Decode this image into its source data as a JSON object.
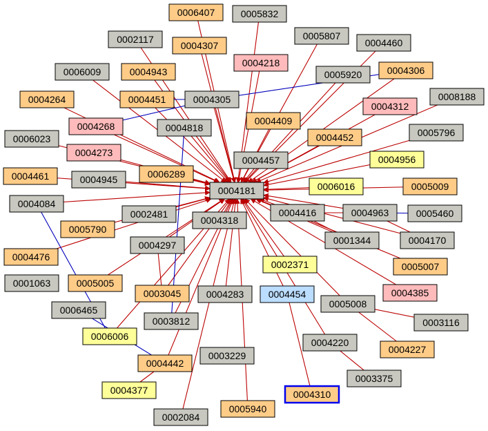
{
  "colors": {
    "gray": "#c8c8c0",
    "orange": "#ffcc88",
    "pink": "#ffbbbb",
    "yellow": "#ffff99",
    "blue": "#bbddff",
    "edge_red": "#bb0000",
    "edge_blue": "#0000bb",
    "selected_border": "#0000ee"
  },
  "center": "0004181",
  "nodes": [
    {
      "id": "n0004181",
      "label": "0004181",
      "fill": "gray",
      "center": true
    },
    {
      "id": "n0006407",
      "label": "0006407",
      "fill": "orange"
    },
    {
      "id": "n0005832",
      "label": "0005832",
      "fill": "gray"
    },
    {
      "id": "n0002117",
      "label": "0002117",
      "fill": "gray"
    },
    {
      "id": "n0004307",
      "label": "0004307",
      "fill": "orange"
    },
    {
      "id": "n0005807",
      "label": "0005807",
      "fill": "gray"
    },
    {
      "id": "n0004460",
      "label": "0004460",
      "fill": "gray"
    },
    {
      "id": "n0006009",
      "label": "0006009",
      "fill": "gray"
    },
    {
      "id": "n0004943",
      "label": "0004943",
      "fill": "orange"
    },
    {
      "id": "n0004218",
      "label": "0004218",
      "fill": "pink"
    },
    {
      "id": "n0005920",
      "label": "0005920",
      "fill": "gray"
    },
    {
      "id": "n0004306",
      "label": "0004306",
      "fill": "orange"
    },
    {
      "id": "n0004264",
      "label": "0004264",
      "fill": "orange"
    },
    {
      "id": "n0004451",
      "label": "0004451",
      "fill": "orange"
    },
    {
      "id": "n0004305",
      "label": "0004305",
      "fill": "gray"
    },
    {
      "id": "n0004312",
      "label": "0004312",
      "fill": "pink"
    },
    {
      "id": "n0008188",
      "label": "0008188",
      "fill": "gray"
    },
    {
      "id": "n0004268",
      "label": "0004268",
      "fill": "pink"
    },
    {
      "id": "n0004818",
      "label": "0004818",
      "fill": "gray"
    },
    {
      "id": "n0004409",
      "label": "0004409",
      "fill": "orange"
    },
    {
      "id": "n0006023",
      "label": "0006023",
      "fill": "gray"
    },
    {
      "id": "n0004452",
      "label": "0004452",
      "fill": "orange"
    },
    {
      "id": "n0005796",
      "label": "0005796",
      "fill": "gray"
    },
    {
      "id": "n0004273",
      "label": "0004273",
      "fill": "pink"
    },
    {
      "id": "n0004457",
      "label": "0004457",
      "fill": "gray"
    },
    {
      "id": "n0004956",
      "label": "0004956",
      "fill": "yellow"
    },
    {
      "id": "n0004461",
      "label": "0004461",
      "fill": "orange"
    },
    {
      "id": "n0004945",
      "label": "0004945",
      "fill": "gray"
    },
    {
      "id": "n0006289",
      "label": "0006289",
      "fill": "orange"
    },
    {
      "id": "n0006016",
      "label": "0006016",
      "fill": "yellow"
    },
    {
      "id": "n0005009",
      "label": "0005009",
      "fill": "orange"
    },
    {
      "id": "n0004084",
      "label": "0004084",
      "fill": "gray"
    },
    {
      "id": "n0002481",
      "label": "0002481",
      "fill": "gray"
    },
    {
      "id": "n0004416",
      "label": "0004416",
      "fill": "gray"
    },
    {
      "id": "n0004963",
      "label": "0004963",
      "fill": "gray"
    },
    {
      "id": "n0005460",
      "label": "0005460",
      "fill": "gray"
    },
    {
      "id": "n0005790",
      "label": "0005790",
      "fill": "orange"
    },
    {
      "id": "n0004318",
      "label": "0004318",
      "fill": "gray"
    },
    {
      "id": "n0001344",
      "label": "0001344",
      "fill": "gray"
    },
    {
      "id": "n0004170",
      "label": "0004170",
      "fill": "gray"
    },
    {
      "id": "n0004297",
      "label": "0004297",
      "fill": "gray"
    },
    {
      "id": "n0004476",
      "label": "0004476",
      "fill": "orange"
    },
    {
      "id": "n0002371",
      "label": "0002371",
      "fill": "yellow"
    },
    {
      "id": "n0005007",
      "label": "0005007",
      "fill": "orange"
    },
    {
      "id": "n0001063",
      "label": "0001063",
      "fill": "gray"
    },
    {
      "id": "n0005005",
      "label": "0005005",
      "fill": "orange"
    },
    {
      "id": "n0003045",
      "label": "0003045",
      "fill": "orange"
    },
    {
      "id": "n0004283",
      "label": "0004283",
      "fill": "gray"
    },
    {
      "id": "n0004454",
      "label": "0004454",
      "fill": "blue"
    },
    {
      "id": "n0004385",
      "label": "0004385",
      "fill": "pink"
    },
    {
      "id": "n0006465",
      "label": "0006465",
      "fill": "gray"
    },
    {
      "id": "n0005008",
      "label": "0005008",
      "fill": "gray"
    },
    {
      "id": "n0003812",
      "label": "0003812",
      "fill": "gray"
    },
    {
      "id": "n0003116",
      "label": "0003116",
      "fill": "gray"
    },
    {
      "id": "n0006006",
      "label": "0006006",
      "fill": "yellow"
    },
    {
      "id": "n0004220",
      "label": "0004220",
      "fill": "gray"
    },
    {
      "id": "n0004227",
      "label": "0004227",
      "fill": "orange"
    },
    {
      "id": "n0003229",
      "label": "0003229",
      "fill": "gray"
    },
    {
      "id": "n0004442",
      "label": "0004442",
      "fill": "orange"
    },
    {
      "id": "n0003375",
      "label": "0003375",
      "fill": "gray"
    },
    {
      "id": "n0004377",
      "label": "0004377",
      "fill": "yellow"
    },
    {
      "id": "n0004310",
      "label": "0004310",
      "fill": "orange",
      "selected": true
    },
    {
      "id": "n0005940",
      "label": "0005940",
      "fill": "orange"
    },
    {
      "id": "n0002084",
      "label": "0002084",
      "fill": "gray"
    }
  ],
  "edges": [
    {
      "from": "0006407",
      "to": "0004181",
      "color": "red"
    },
    {
      "from": "0005832",
      "to": "0004181",
      "color": "red"
    },
    {
      "from": "0002117",
      "to": "0004181",
      "color": "red"
    },
    {
      "from": "0004307",
      "to": "0004181",
      "color": "red"
    },
    {
      "from": "0005807",
      "to": "0004181",
      "color": "red"
    },
    {
      "from": "0004460",
      "to": "0004181",
      "color": "red"
    },
    {
      "from": "0006009",
      "to": "0004181",
      "color": "red"
    },
    {
      "from": "0004943",
      "to": "0004181",
      "color": "red"
    },
    {
      "from": "0004218",
      "to": "0004181",
      "color": "red"
    },
    {
      "from": "0005920",
      "to": "0004181",
      "color": "red"
    },
    {
      "from": "0004306",
      "to": "0004181",
      "color": "red"
    },
    {
      "from": "0004264",
      "to": "0004181",
      "color": "red"
    },
    {
      "from": "0004451",
      "to": "0004181",
      "color": "red"
    },
    {
      "from": "0004305",
      "to": "0004181",
      "color": "red"
    },
    {
      "from": "0004312",
      "to": "0004181",
      "color": "red"
    },
    {
      "from": "0008188",
      "to": "0004181",
      "color": "red"
    },
    {
      "from": "0004268",
      "to": "0004181",
      "color": "red"
    },
    {
      "from": "0004818",
      "to": "0004181",
      "color": "red"
    },
    {
      "from": "0004409",
      "to": "0004181",
      "color": "red"
    },
    {
      "from": "0006023",
      "to": "0004181",
      "color": "red"
    },
    {
      "from": "0004452",
      "to": "0004181",
      "color": "red"
    },
    {
      "from": "0005796",
      "to": "0004181",
      "color": "red"
    },
    {
      "from": "0004273",
      "to": "0004181",
      "color": "red"
    },
    {
      "from": "0004457",
      "to": "0004181",
      "color": "red"
    },
    {
      "from": "0004956",
      "to": "0004181",
      "color": "red"
    },
    {
      "from": "0004461",
      "to": "0004181",
      "color": "red"
    },
    {
      "from": "0004945",
      "to": "0004181",
      "color": "red"
    },
    {
      "from": "0006289",
      "to": "0004181",
      "color": "red"
    },
    {
      "from": "0006016",
      "to": "0004181",
      "color": "red"
    },
    {
      "from": "0005009",
      "to": "0004181",
      "color": "red"
    },
    {
      "from": "0004084",
      "to": "0004181",
      "color": "red"
    },
    {
      "from": "0002481",
      "to": "0004181",
      "color": "red"
    },
    {
      "from": "0004416",
      "to": "0004181",
      "color": "red"
    },
    {
      "from": "0004963",
      "to": "0004181",
      "color": "red"
    },
    {
      "from": "0005790",
      "to": "0004181",
      "color": "red"
    },
    {
      "from": "0004318",
      "to": "0004181",
      "color": "red"
    },
    {
      "from": "0001344",
      "to": "0004181",
      "color": "red"
    },
    {
      "from": "0004170",
      "to": "0004181",
      "color": "red"
    },
    {
      "from": "0004297",
      "to": "0004181",
      "color": "red"
    },
    {
      "from": "0004476",
      "to": "0004181",
      "color": "red"
    },
    {
      "from": "0002371",
      "to": "0004181",
      "color": "red"
    },
    {
      "from": "0005007",
      "to": "0004181",
      "color": "red"
    },
    {
      "from": "0005005",
      "to": "0004181",
      "color": "red"
    },
    {
      "from": "0003045",
      "to": "0004181",
      "color": "red"
    },
    {
      "from": "0004283",
      "to": "0004181",
      "color": "red"
    },
    {
      "from": "0004454",
      "to": "0004181",
      "color": "red"
    },
    {
      "from": "0004385",
      "to": "0004181",
      "color": "red"
    },
    {
      "from": "0005008",
      "to": "0004181",
      "color": "red"
    },
    {
      "from": "0003812",
      "to": "0004181",
      "color": "red"
    },
    {
      "from": "0006006",
      "to": "0004181",
      "color": "red"
    },
    {
      "from": "0004220",
      "to": "0004181",
      "color": "red"
    },
    {
      "from": "0004442",
      "to": "0004181",
      "color": "red"
    },
    {
      "from": "0005940",
      "to": "0004181",
      "color": "red"
    },
    {
      "from": "0002084",
      "to": "0004181",
      "color": "red"
    },
    {
      "from": "0004268",
      "to": "0004305",
      "color": "blue"
    },
    {
      "from": "0004305",
      "to": "0004306",
      "color": "blue"
    },
    {
      "from": "0004963",
      "to": "0005460",
      "color": "blue"
    },
    {
      "from": "0004084",
      "to": "0006006",
      "color": "blue"
    },
    {
      "from": "0006465",
      "to": "0004442",
      "color": "blue"
    },
    {
      "from": "0004818",
      "to": "0003812",
      "color": "blue"
    },
    {
      "from": "0004451",
      "to": "0004305",
      "color": "blue"
    },
    {
      "from": "0004416",
      "to": "0004963",
      "color": "red"
    },
    {
      "from": "0004416",
      "to": "0001344",
      "color": "red"
    },
    {
      "from": "0004963",
      "to": "0004170",
      "color": "red"
    },
    {
      "from": "0004454",
      "to": "0004310",
      "color": "red"
    },
    {
      "from": "0005008",
      "to": "0003116",
      "color": "red"
    },
    {
      "from": "0004220",
      "to": "0003375",
      "color": "red"
    },
    {
      "from": "0005008",
      "to": "0004227",
      "color": "red"
    },
    {
      "from": "0004442",
      "to": "0004377",
      "color": "red"
    },
    {
      "from": "0004297",
      "to": "0003045",
      "color": "red"
    }
  ]
}
